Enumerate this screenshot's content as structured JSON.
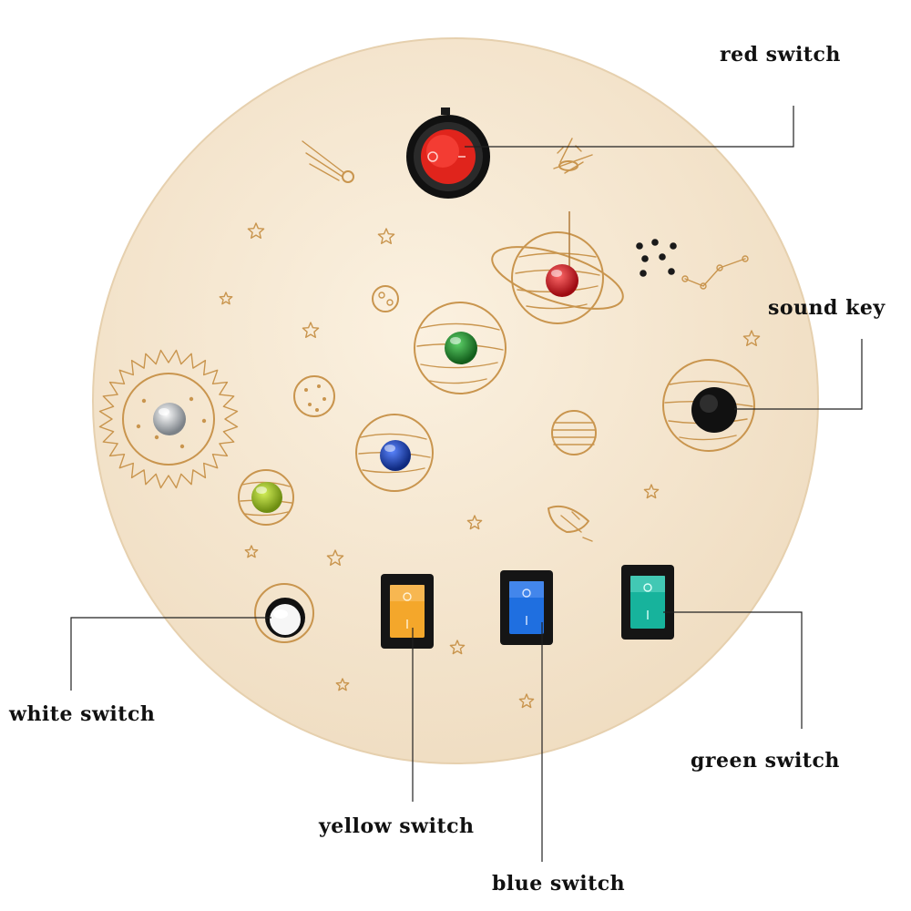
{
  "labels": {
    "red_switch": "red switch",
    "sound_key": "sound key",
    "white_switch": "white switch",
    "yellow_switch": "yellow switch",
    "blue_switch": "blue switch",
    "green_switch": "green switch"
  },
  "colors": {
    "board": "#f6e8d2",
    "engraving": "#c9954e",
    "red": "#e0241c",
    "yellow": "#f4a72b",
    "blue": "#1f6fe0",
    "green": "#17b39c",
    "led_red": "#b5111a",
    "led_green": "#1f8a2c",
    "led_blue": "#1b3fa8",
    "led_lime": "#9bc224",
    "led_white": "#cfd4da"
  }
}
